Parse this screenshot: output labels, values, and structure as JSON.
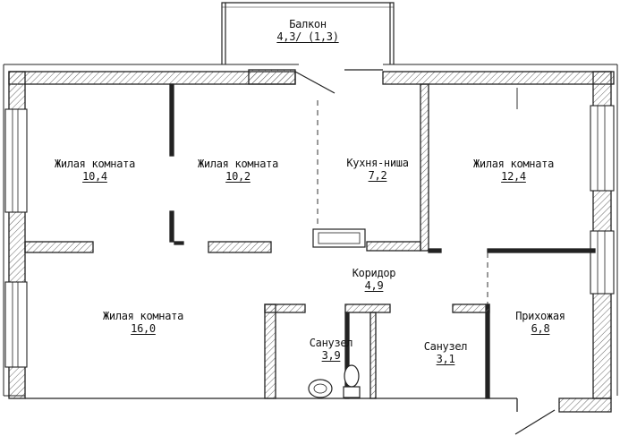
{
  "rooms": {
    "balcony": {
      "name": "Балкон",
      "area": "4,3/ (1,3)"
    },
    "living1": {
      "name": "Жилая комната",
      "area": "10,4"
    },
    "living2": {
      "name": "Жилая комната",
      "area": "10,2"
    },
    "kitchen": {
      "name": "Кухня-ниша",
      "area": "7,2"
    },
    "living3": {
      "name": "Жилая комната",
      "area": "12,4"
    },
    "corridor": {
      "name": "Коридор",
      "area": "4,9"
    },
    "living4": {
      "name": "Жилая комната",
      "area": "16,0"
    },
    "bath1": {
      "name": "Санузел",
      "area": "3,9"
    },
    "bath2": {
      "name": "Санузел",
      "area": "3,1"
    },
    "hallway": {
      "name": "Прихожая",
      "area": "6,8"
    }
  }
}
